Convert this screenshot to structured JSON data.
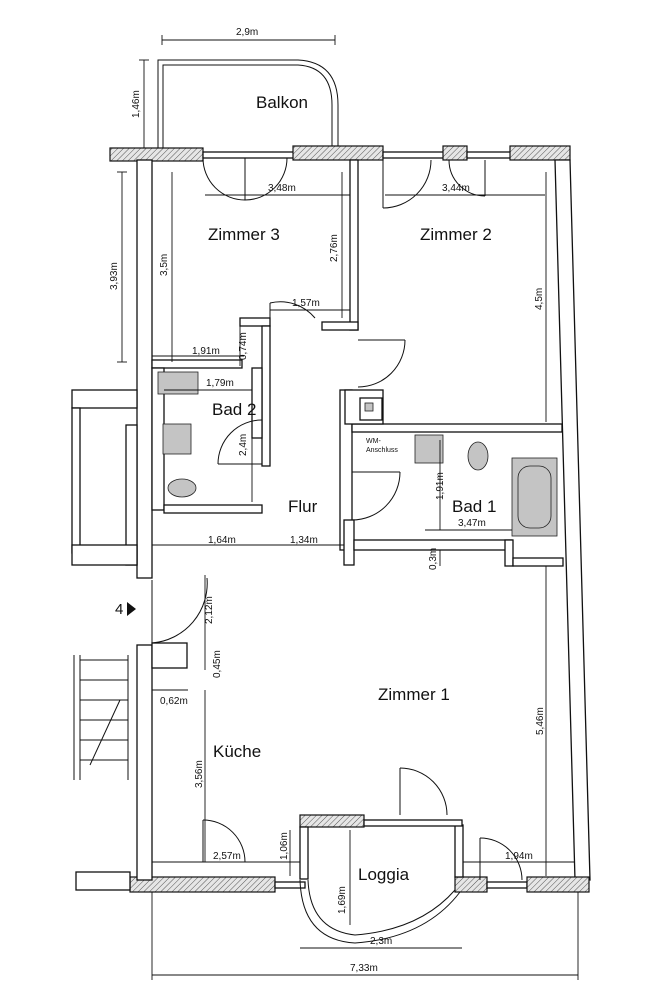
{
  "rooms": {
    "balkon": "Balkon",
    "zimmer3": "Zimmer 3",
    "zimmer2": "Zimmer 2",
    "bad2": "Bad 2",
    "flur": "Flur",
    "bad1": "Bad 1",
    "wm_line1": "WM-",
    "wm_line2": "Anschluss",
    "zimmer1": "Zimmer 1",
    "kueche": "Küche",
    "loggia": "Loggia"
  },
  "dimensions": {
    "d_2_9": "2,9m",
    "d_1_46": "1,46m",
    "d_3_48": "3,48m",
    "d_3_44": "3,44m",
    "d_3_93": "3,93m",
    "d_3_5": "3,5m",
    "d_2_76": "2,76m",
    "d_4_5": "4,5m",
    "d_1_57": "1,57m",
    "d_1_91a": "1,91m",
    "d_0_74": "0,74m",
    "d_1_79": "1,79m",
    "d_2_4": "2,4m",
    "d_1_91b": "1,91m",
    "d_3_47": "3,47m",
    "d_1_64": "1,64m",
    "d_1_34": "1,34m",
    "d_0_3": "0,3m",
    "d_2_12": "2,12m",
    "d_0_45": "0,45m",
    "d_0_62": "0,62m",
    "d_5_46": "5,46m",
    "d_3_56": "3,56m",
    "d_1_06": "1,06m",
    "d_2_57": "2,57m",
    "d_1_69": "1,69m",
    "d_1_94": "1,94m",
    "d_2_3": "2,3m",
    "d_7_33": "7,33m"
  },
  "entrance": {
    "label": "4"
  }
}
